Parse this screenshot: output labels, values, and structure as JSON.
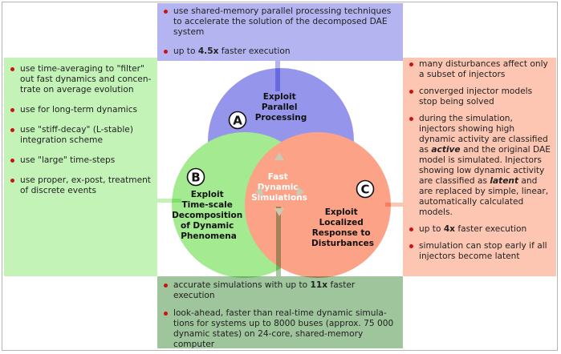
{
  "top_panel": {
    "items": [
      {
        "text": "use shared-memory parallel processing techniques to accelerate the solution of the decomposed DAE system"
      },
      {
        "pre": "up to ",
        "bold": "4.5x",
        "post": " faster execution"
      }
    ]
  },
  "left_panel": {
    "items": [
      {
        "text": "use time-averaging to \"filter\" out fast dynamics and concen-trate on average evolution"
      },
      {
        "text": "use for long-term dynamics"
      },
      {
        "text": "use \"stiff-decay\" (L-stable) integration scheme"
      },
      {
        "text": "use \"large\" time-steps"
      },
      {
        "text": "use proper, ex-post, treatment of discrete events"
      }
    ]
  },
  "right_panel": {
    "items": [
      {
        "text": "many disturbances affect only a subset of injectors"
      },
      {
        "text": "converged injector models stop being solved"
      },
      {
        "part1": "during the simulation, injectors showing high dynamic activity are classified as ",
        "em1": "active",
        "part2": " and the original DAE model is simulated. Injectors showing low dynamic activity are classified as ",
        "em2": "latent",
        "part3": " and are replaced by simple, linear, automatically calculated models."
      },
      {
        "pre": "up to ",
        "bold": "4x",
        "post": " faster execution"
      },
      {
        "text": "simulation can stop early if all injectors become latent"
      }
    ]
  },
  "bottom_panel": {
    "items": [
      {
        "pre": "accurate simulations with up to ",
        "bold": "11x",
        "post": " faster execution"
      },
      {
        "text": "look-ahead, faster than real-time dynamic simula-tions for systems up to 8000 buses (approx. 75 000 dynamic states) on 24-core, shared-memory computer"
      }
    ]
  },
  "venn": {
    "circle_a": {
      "letter": "A",
      "lines": [
        "Exploit",
        "Parallel",
        "Processing"
      ],
      "color": "#9595ec"
    },
    "circle_b": {
      "letter": "B",
      "lines": [
        "Exploit",
        "Time-scale",
        "Decomposition",
        "of Dynamic",
        "Phenomena"
      ],
      "color": "#a4ea90"
    },
    "circle_c": {
      "letter": "C",
      "lines": [
        "Exploit",
        "Localized",
        "Response to",
        "Disturbances"
      ],
      "color": "#fca286"
    },
    "center": {
      "lines": [
        "Fast",
        "Dynamic",
        "Simulations"
      ]
    }
  }
}
